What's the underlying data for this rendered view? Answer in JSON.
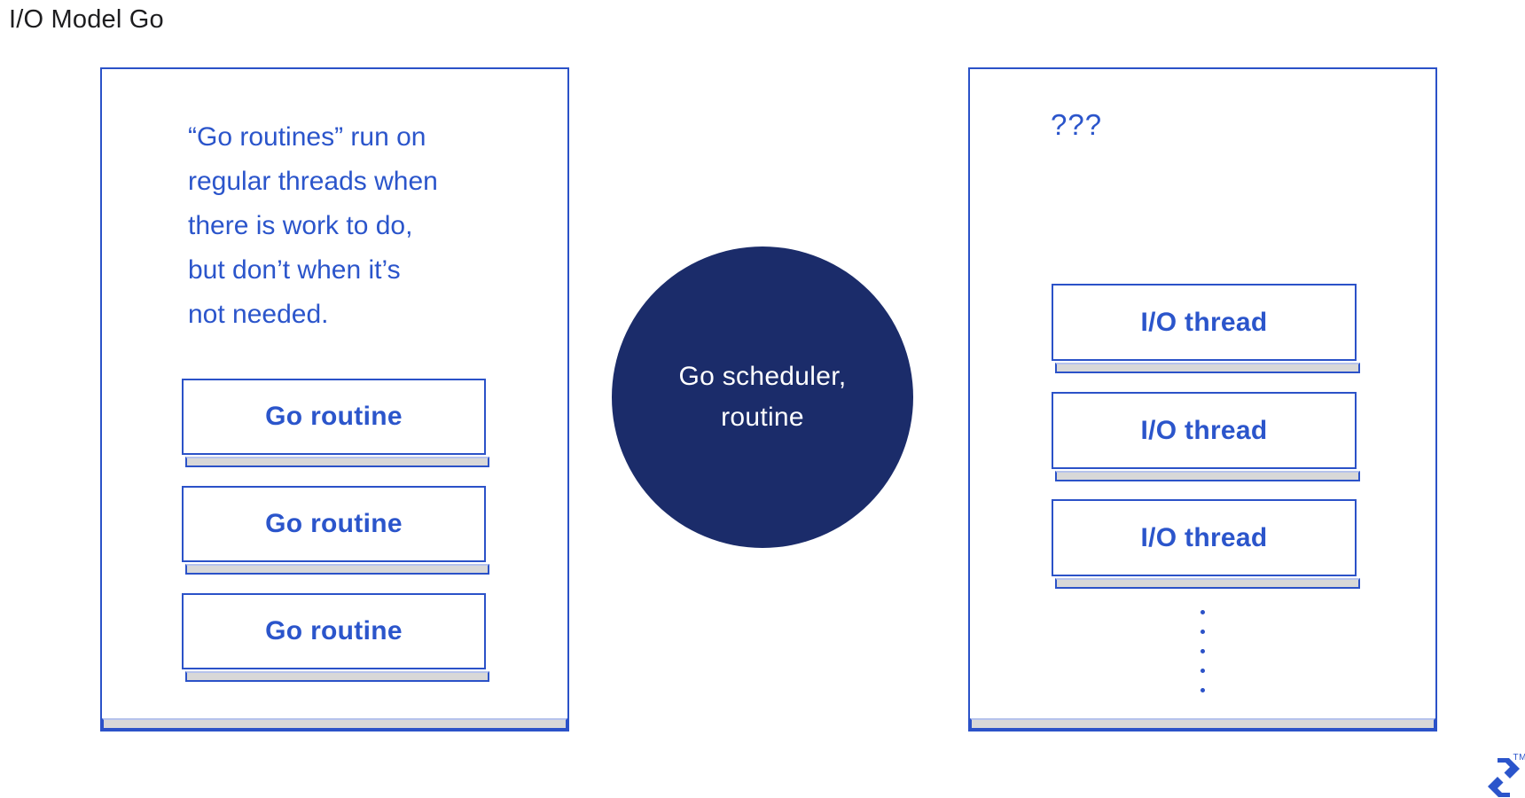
{
  "title": "I/O Model Go",
  "colors": {
    "accent_blue": "#2b52c8",
    "text_blue": "#2b55cb",
    "navy_circle": "#1b2c6a",
    "shadow_gray": "#d8d8d8"
  },
  "left_panel": {
    "description_lines": [
      "“Go routines” run on",
      "regular threads when",
      "there is work to do,",
      "but don’t when it’s",
      "not needed."
    ],
    "routines": [
      "Go routine",
      "Go routine",
      "Go routine"
    ]
  },
  "scheduler": {
    "line1": "Go scheduler,",
    "line2": "routine"
  },
  "right_panel": {
    "question": "???",
    "threads": [
      "I/O thread",
      "I/O thread",
      "I/O thread"
    ]
  },
  "logo": {
    "trademark": "TM"
  }
}
